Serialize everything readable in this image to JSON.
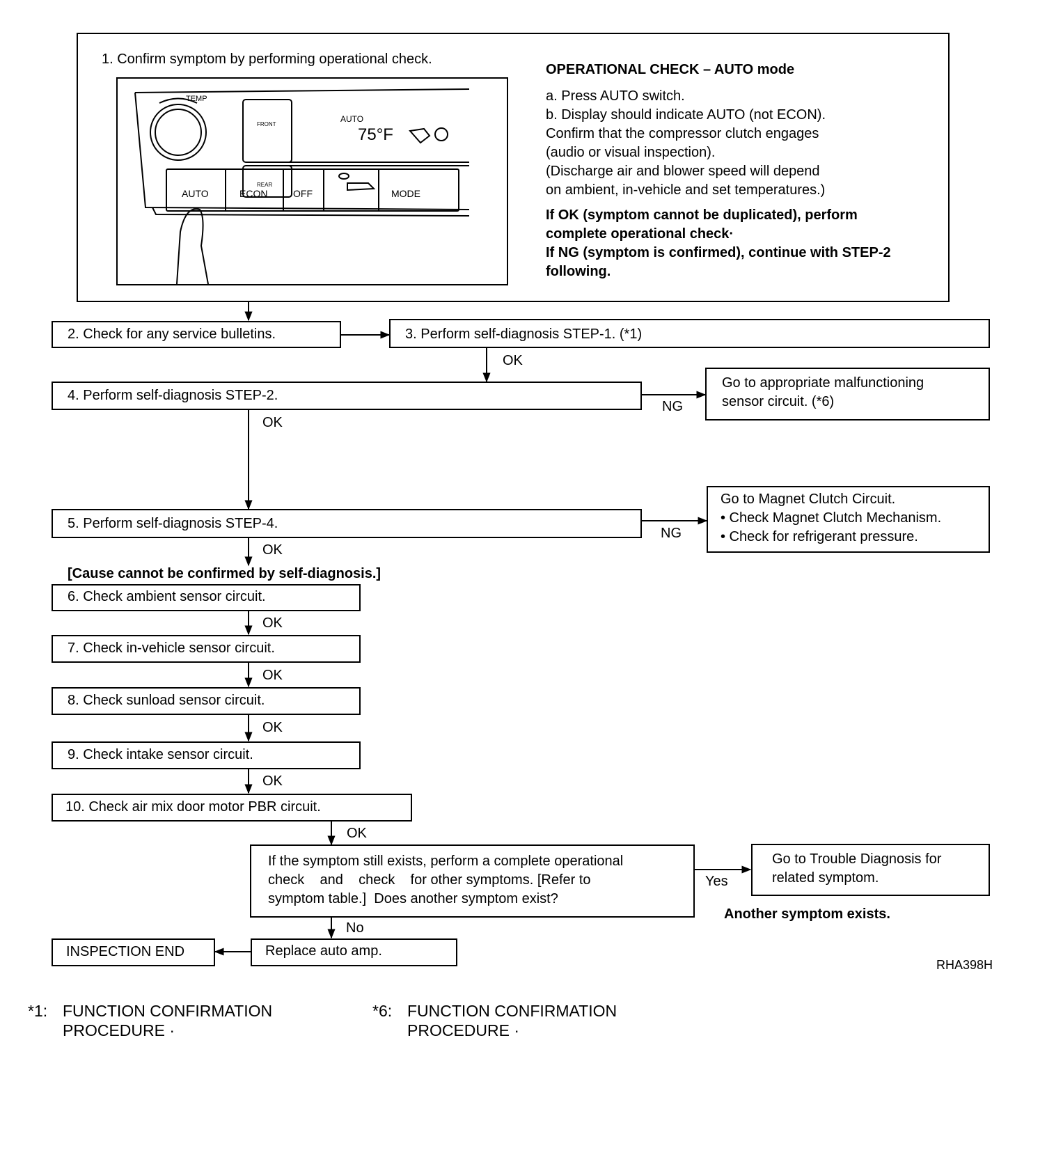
{
  "step1": {
    "title": "1. Confirm symptom by performing operational check.",
    "panel": {
      "temp": "TEMP",
      "front": "FRONT",
      "rear": "REAR",
      "display_mode": "AUTO",
      "display_temp": "75°F",
      "buttons": [
        "AUTO",
        "ECON",
        "OFF",
        "MODE"
      ]
    },
    "op_heading": "OPERATIONAL CHECK – AUTO mode",
    "op_lines": [
      "a. Press AUTO switch.",
      "b. Display should indicate AUTO (not ECON).",
      "Confirm that the compressor clutch engages",
      "(audio or visual inspection).",
      "(Discharge air and blower speed will depend",
      "on ambient, in-vehicle and set temperatures.)"
    ],
    "op_bold_lines": [
      "If OK (symptom cannot be duplicated), perform",
      "complete operational check·",
      "If NG (symptom is confirmed), continue with STEP-2",
      "following."
    ]
  },
  "steps": {
    "s2": "2. Check for any service bulletins.",
    "s3": "3. Perform self-diagnosis STEP-1. (*1)",
    "s4": "4. Perform self-diagnosis STEP-2.",
    "s4_ng": [
      "Go to appropriate malfunctioning",
      "sensor circuit. (*6)"
    ],
    "s5": "5. Perform self-diagnosis STEP-4.",
    "s5_ng": [
      "Go to Magnet Clutch Circuit.",
      "• Check Magnet Clutch Mechanism.",
      "• Check for refrigerant pressure."
    ],
    "cause_note": "[Cause cannot be confirmed by self-diagnosis.]",
    "s6": "6. Check ambient sensor circuit.",
    "s7": "7. Check in-vehicle sensor circuit.",
    "s8": "8. Check sunload sensor circuit.",
    "s9": "9. Check intake sensor circuit.",
    "s10": "10. Check air mix door motor PBR circuit.",
    "question": [
      "If the symptom still exists, perform a complete operational",
      "check    and    check    for other symptoms. [Refer to",
      "symptom table.]  Does another symptom exist?"
    ],
    "yes_box": [
      "Go to Trouble Diagnosis for",
      "related symptom."
    ],
    "another": "Another symptom exists.",
    "replace": "Replace auto amp.",
    "end": "INSPECTION END"
  },
  "labels": {
    "ok": "OK",
    "ng": "NG",
    "yes": "Yes",
    "no": "No"
  },
  "ref_code": "RHA398H",
  "footnotes": [
    {
      "mark": "*1:",
      "lines": [
        "FUNCTION CONFIRMATION",
        "PROCEDURE ·"
      ]
    },
    {
      "mark": "*6:",
      "lines": [
        "FUNCTION CONFIRMATION",
        "PROCEDURE ·"
      ]
    }
  ]
}
